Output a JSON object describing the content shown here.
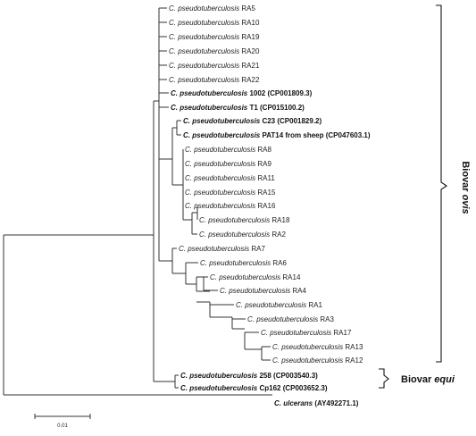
{
  "tree": {
    "leaves": [
      {
        "genus": "C. pseudotuberculosis",
        "strain": "RA5",
        "bold": false
      },
      {
        "genus": "C. pseudotuberculosis",
        "strain": "RA10",
        "bold": false
      },
      {
        "genus": "C. pseudotuberculosis",
        "strain": "RA19",
        "bold": false
      },
      {
        "genus": "C. pseudotuberculosis",
        "strain": "RA20",
        "bold": false
      },
      {
        "genus": "C. pseudotuberculosis",
        "strain": "RA21",
        "bold": false
      },
      {
        "genus": "C. pseudotuberculosis",
        "strain": "RA22",
        "bold": false
      },
      {
        "genus": "C. pseudotuberculosis",
        "strain": "1002 (CP001809.3)",
        "bold": true
      },
      {
        "genus": "C. pseudotuberculosis",
        "strain": "T1 (CP015100.2)",
        "bold": true
      },
      {
        "genus": "C. pseudotuberculosis",
        "strain": "C23 (CP001829.2)",
        "bold": true
      },
      {
        "genus": "C. pseudotuberculosis",
        "strain": "PAT14 from sheep (CP047603.1)",
        "bold": true
      },
      {
        "genus": "C. pseudotuberculosis",
        "strain": "RA8",
        "bold": false
      },
      {
        "genus": "C. pseudotuberculosis",
        "strain": "RA9",
        "bold": false
      },
      {
        "genus": "C. pseudotuberculosis",
        "strain": "RA11",
        "bold": false
      },
      {
        "genus": "C. pseudotuberculosis",
        "strain": "RA15",
        "bold": false
      },
      {
        "genus": "C. pseudotuberculosis",
        "strain": "RA16",
        "bold": false
      },
      {
        "genus": "C. pseudotuberculosis",
        "strain": "RA18",
        "bold": false
      },
      {
        "genus": "C. pseudotuberculosis",
        "strain": "RA2",
        "bold": false
      },
      {
        "genus": "C. pseudotuberculosis",
        "strain": "RA7",
        "bold": false
      },
      {
        "genus": "C. pseudotuberculosis",
        "strain": "RA6",
        "bold": false
      },
      {
        "genus": "C. pseudotuberculosis",
        "strain": "RA14",
        "bold": false
      },
      {
        "genus": "C. pseudotuberculosis",
        "strain": "RA4",
        "bold": false
      },
      {
        "genus": "C. pseudotuberculosis",
        "strain": "RA1",
        "bold": false
      },
      {
        "genus": "C. pseudotuberculosis",
        "strain": "RA3",
        "bold": false
      },
      {
        "genus": "C. pseudotuberculosis",
        "strain": "RA17",
        "bold": false
      },
      {
        "genus": "C. pseudotuberculosis",
        "strain": "RA13",
        "bold": false
      },
      {
        "genus": "C. pseudotuberculosis",
        "strain": "RA12",
        "bold": false
      },
      {
        "genus": "C. pseudotuberculosis",
        "strain": "258 (CP003540.3)",
        "bold": true
      },
      {
        "genus": "C. pseudotuberculosis",
        "strain": "Cp162 (CP003652.3)",
        "bold": true
      },
      {
        "genus": "C. ulcerans",
        "strain": "(AY492271.1)",
        "bold": true
      }
    ],
    "groups": {
      "ovis": {
        "prefix": "Biovar ",
        "name": "ovis"
      },
      "equi": {
        "prefix": "Biovar ",
        "name": "equi"
      }
    },
    "scale_bar": {
      "label": "0.01"
    }
  }
}
